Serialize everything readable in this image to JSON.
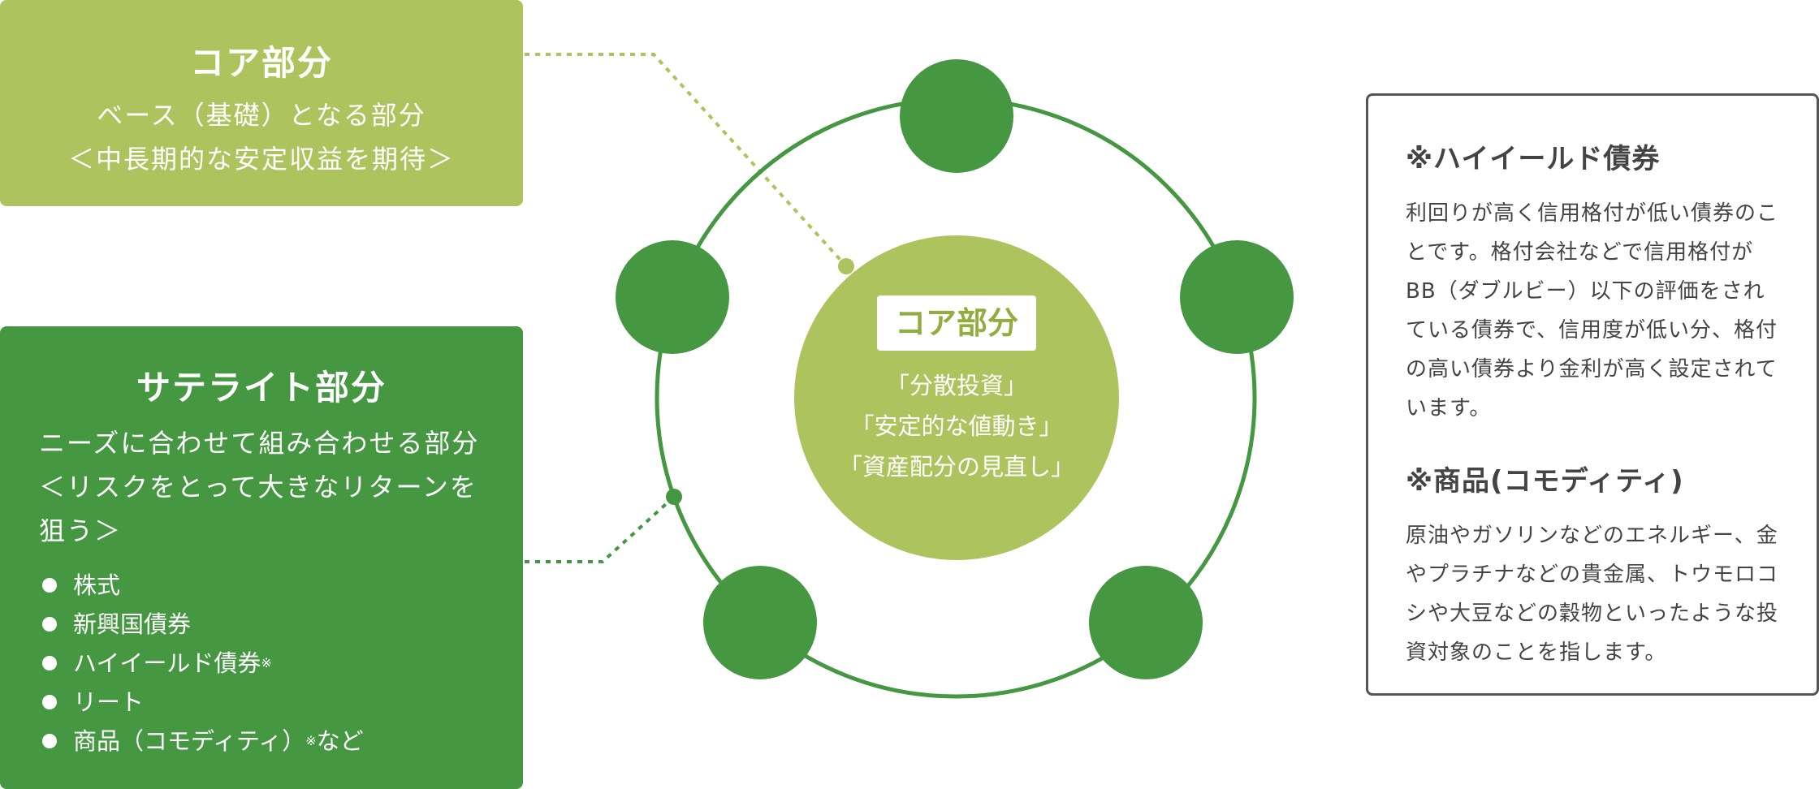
{
  "core_box": {
    "title": "コア部分",
    "line1": "ベース（基礎）となる部分",
    "line2": "＜中長期的な安定収益を期待＞"
  },
  "satellite_box": {
    "title": "サテライト部分",
    "description": "ニーズに合わせて組み合わせる部分＜リスクをとって大きなリターンを狙う＞",
    "items": [
      {
        "label": "株式",
        "mark": ""
      },
      {
        "label": "新興国債券",
        "mark": ""
      },
      {
        "label": "ハイイールド債券",
        "mark": "※"
      },
      {
        "label": "リート",
        "mark": ""
      },
      {
        "label": "商品（コモディティ）",
        "mark": "※",
        "suffix": "など"
      }
    ]
  },
  "center": {
    "label": "コア部分",
    "lines": [
      "「分散投資」",
      "「安定的な値動き」",
      "「資産配分の見直し」"
    ]
  },
  "notes": [
    {
      "title": "※ハイイールド債券",
      "body": "利回りが高く信用格付が低い債券のことです。格付会社などで信用格付がBB（ダブルビー）以下の評価をされている債券で、信用度が低い分、格付の高い債券より金利が高く設定されています。"
    },
    {
      "title": "※商品(コモディティ)",
      "body": "原油やガソリンなどのエネルギー、金やプラチナなどの貴金属、トウモロコシや大豆などの穀物といったような投資対象のことを指します。"
    }
  ],
  "colors": {
    "light_green": "#adc45e",
    "dark_green": "#459741",
    "note_border": "#555555",
    "note_text": "#444444"
  }
}
